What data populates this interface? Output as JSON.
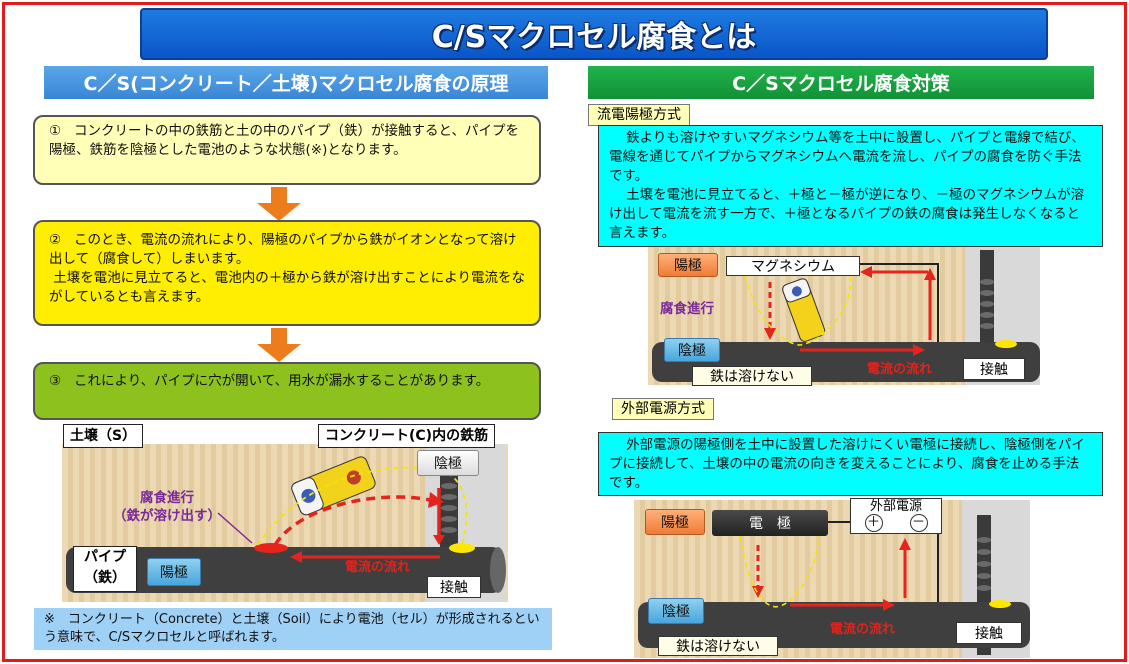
{
  "title": "C/Sマクロセル腐食とは",
  "left": {
    "header": "C／S(コンクリート／土壌)マクロセル腐食の原理",
    "steps": [
      {
        "num": "①",
        "lines": [
          "コンクリートの中の鉄筋と土の中のパイプ（鉄）が接触すると、パイプを陽極、鉄筋を陰極とした電池のような状態(※)となります。"
        ]
      },
      {
        "num": "②",
        "lines": [
          "このとき、電流の流れにより、陽極のパイプから鉄がイオンとなって溶け出して（腐食して）しまいます。",
          "土壌を電池に見立てると、電池内の＋極から鉄が溶け出すことにより電流をながしているとも言えます。"
        ]
      },
      {
        "num": "③",
        "lines": [
          "これにより、パイプに穴が開いて、用水が漏水することがあります。"
        ]
      }
    ],
    "diagram": {
      "soil_label": "土壌（S）",
      "concrete_label": "コンクリート(C)内の鉄筋",
      "cathode": "陰極",
      "anode": "陽極",
      "corrosion_line1": "腐食進行",
      "corrosion_line2": "（鉄が溶け出す）",
      "pipe_line1": "パイプ",
      "pipe_line2": "（鉄）",
      "current": "電流の流れ",
      "contact": "接触"
    },
    "note": "※　コンクリート（Concrete）と土壌（Soil）により電池（セル）が形成されるという意味で、C/Sマクロセルと呼ばれます。"
  },
  "right": {
    "header": "C／Sマクロセル腐食対策",
    "method1": {
      "tag": "流電陽極方式",
      "text1": "鉄よりも溶けやすいマグネシウム等を土中に設置し、パイプと電線で結び、電線を通じてパイプからマグネシウムへ電流を流し、パイプの腐食を防ぐ手法です。",
      "text2": "土壌を電池に見立てると、＋極と－極が逆になり、－極のマグネシウムが溶け出して電流を流す一方で、＋極となるパイプの鉄の腐食は発生しなくなると言えます。",
      "anode": "陽極",
      "magnesium": "マグネシウム",
      "corrosion": "腐食進行",
      "cathode": "陰極",
      "iron_safe": "鉄は溶けない",
      "current": "電流の流れ",
      "contact": "接触"
    },
    "method2": {
      "tag": "外部電源方式",
      "text": "外部電源の陽極側を土中に設置した溶けにくい電極に接続し、陰極側をパイプに接続して、土壌の中の電流の向きを変えることにより、腐食を止める手法です。",
      "anode": "陽極",
      "electrode": "電　極",
      "power": "外部電源",
      "plus": "＋",
      "minus": "－",
      "cathode": "陰極",
      "iron_safe": "鉄は溶けない",
      "current": "電流の流れ",
      "contact": "接触"
    }
  }
}
